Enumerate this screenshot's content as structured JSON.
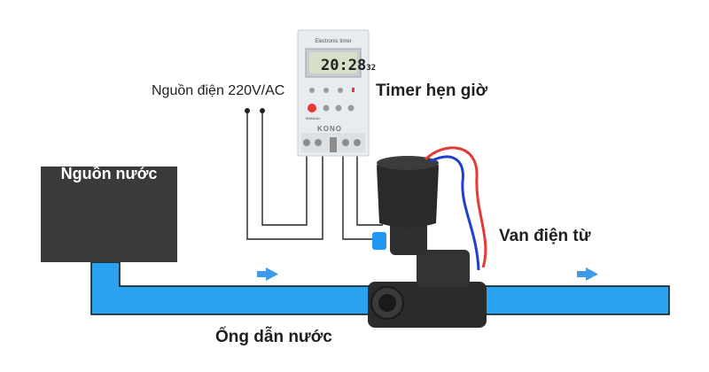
{
  "labels": {
    "power": "Nguồn điện 220V/AC",
    "timer": "Timer hẹn giờ",
    "valve": "Van điện từ",
    "pipe": "Ống dẫn nước",
    "water_source": "Nguồn nước"
  },
  "timer_device": {
    "title": "Electronic timer",
    "display": "20:28",
    "display_seconds": "32",
    "brand": "KONO",
    "button_label": "MANUAL"
  },
  "colors": {
    "water": "#29a3f0",
    "arrow": "#3d9be9",
    "source_box": "#3a3a3a",
    "wire": "#222222",
    "wire_red": "#e53935",
    "wire_blue": "#1e3fcf",
    "valve_body": "#2b2b2b",
    "valve_handle": "#2196f3",
    "timer_body": "#e9ecef"
  }
}
